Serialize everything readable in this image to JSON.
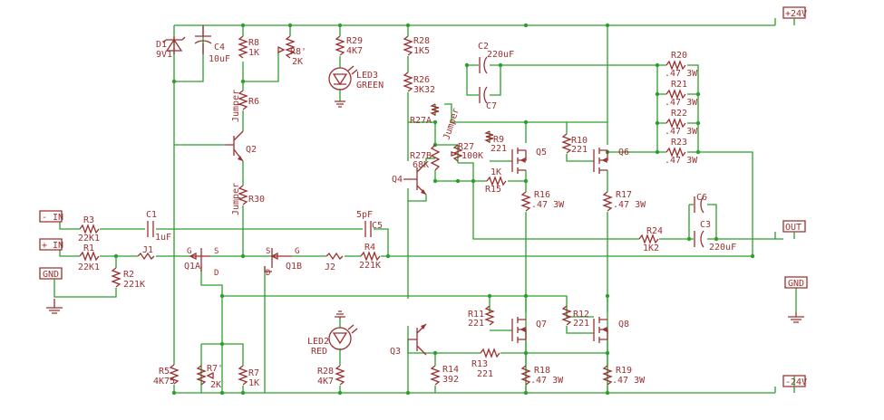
{
  "ports": {
    "p24": "+24V",
    "m24": "-24V",
    "out": "OUT",
    "gnd_r": "GND",
    "minus_in": "- IN",
    "plus_in": "+ IN",
    "gnd_l": "GND"
  },
  "labels": {
    "D1": "D1",
    "D1v": "9V1",
    "C4": "C4",
    "C4v": "10uF",
    "R8": "R8",
    "R8v": "1K",
    "R8p": "R8'",
    "R8pv": "2K",
    "R29": "R29",
    "R29v": "4K7",
    "LED3": "LED3",
    "LED3c": "GREEN",
    "R28": "R28",
    "R28v": "1K5",
    "C2": "C2",
    "C2v": "220uF",
    "C7": "C7",
    "R26": "R26",
    "R26v": "3K32",
    "R27A": "R27A",
    "jumper1": "Jumper",
    "jumper2": "Jumper",
    "jumper3": "Jumper",
    "R6": "R6",
    "Q2": "Q2",
    "R27B": "R27B",
    "R27Bv": "68K",
    "R27": "R27",
    "R27v": "100K",
    "R9": "R9",
    "R9v": "221",
    "Q5": "Q5",
    "R10": "R10",
    "R10v": "221",
    "Q6": "Q6",
    "R20": "R20",
    "R20v": ".47 3W",
    "R21": "R21",
    "R21v": ".47 3W",
    "R22": "R22",
    "R22v": ".47 3W",
    "R23": "R23",
    "R23v": ".47 3W",
    "Q4": "Q4",
    "R15": "R15",
    "R15v": "1K",
    "R16": "R16",
    "R16v": ".47 3W",
    "R17": "R17",
    "R17v": ".47 3W",
    "R30": "R30",
    "C6": "C6",
    "C3": "C3",
    "C3v": "220uF",
    "R3": "R3",
    "R3v": "22K1",
    "C1": "C1",
    "C1v": "1uF",
    "C5": "C5",
    "C5v": "5pF",
    "R24": "R24",
    "R24v": "1K2",
    "R1": "R1",
    "R1v": "22K1",
    "J1": "J1",
    "J2": "J2",
    "R4": "R4",
    "R4v": "221K",
    "Q1A": "Q1A",
    "Q1B": "Q1B",
    "G1": "G",
    "S1": "S",
    "D1pin": "D",
    "G2": "G",
    "S2": "S",
    "D2pin": "D",
    "R2": "R2",
    "R2v": "221K",
    "R11": "R11",
    "R11v": "221",
    "Q7": "Q7",
    "R12": "R12",
    "R12v": "221",
    "Q8": "Q8",
    "LED2": "LED2",
    "LED2c": "RED",
    "Q3": "Q3",
    "R13": "R13",
    "R13v": "221",
    "R14": "R14",
    "R14v": "392",
    "R18": "R18",
    "R18v": ".47 3W",
    "R19": "R19",
    "R19v": ".47 3W",
    "R5": "R5",
    "R5v": "4K75",
    "R7p": "R7'",
    "R7pv": "2K",
    "R7": "R7",
    "R7v": "1K",
    "R28b": "R28",
    "R28bv": "4K7"
  },
  "colors": {
    "wire": "#2e9e2e",
    "component": "#9a3030",
    "background": "#ffffff"
  }
}
